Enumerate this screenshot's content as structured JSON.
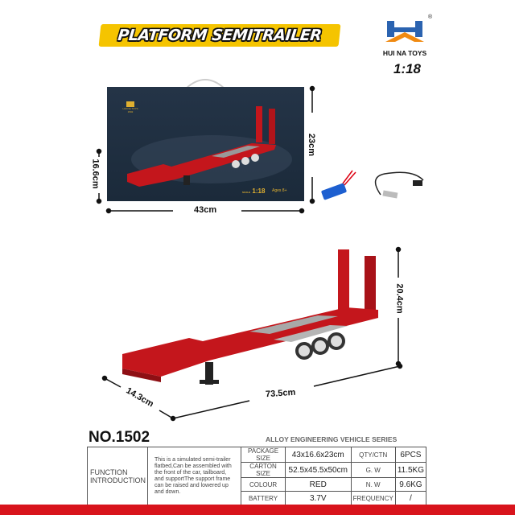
{
  "title": "PLATFORM SEMITRAILER",
  "brand": {
    "name": "HUI NA TOYS",
    "registered": "®",
    "scale": "1:18",
    "colors": {
      "blue": "#2b63b0",
      "orange": "#f08a12"
    }
  },
  "box": {
    "brand": "HUI NA TOYS",
    "model": "1502",
    "scale_label": "SCALE",
    "scale": "1:18",
    "ages": "Ages 8+",
    "width": "43cm",
    "height": "23cm",
    "depth": "16.6cm"
  },
  "product": {
    "height": "20.4cm",
    "length": "73.5cm",
    "width": "14.3cm",
    "color": "#c4161c"
  },
  "model_no": "NO.1502",
  "series": "ALLOY ENGINEERING VEHICLE SERIES",
  "specs": {
    "function_label": "FUNCTION INTRODUCTION",
    "intro": "This is a simulated semi-trailer flatbed,Can be assembled with the front of the car, tailboard, and supportThe support frame can be raised and lowered up and down.",
    "rows": [
      {
        "k1": "PACKAGE SIZE",
        "v1": "43x16.6x23cm",
        "k2": "QTY/CTN",
        "v2": "6PCS"
      },
      {
        "k1": "CARTON SIZE",
        "v1": "52.5x45.5x50cm",
        "k2": "G. W",
        "v2": "11.5KG"
      },
      {
        "k1": "COLOUR",
        "v1": "RED",
        "k2": "N. W",
        "v2": "9.6KG"
      },
      {
        "k1": "BATTERY",
        "v1": "3.7V",
        "k2": "FREQUENCY",
        "v2": "/"
      }
    ]
  }
}
